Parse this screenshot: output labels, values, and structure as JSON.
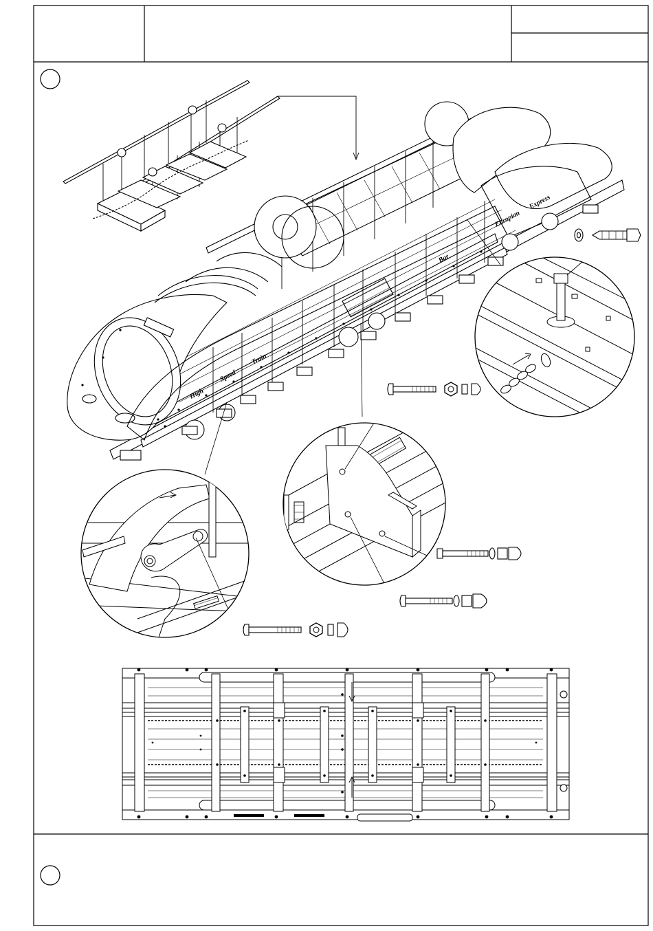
{
  "sheet": {
    "title_block": {
      "cell_left": "",
      "cell_center": "",
      "cell_right_top": "",
      "cell_right_bottom": ""
    },
    "step_markers": [
      {
        "label": ""
      },
      {
        "label": ""
      }
    ],
    "train_car_labels": [
      "High",
      "Speed",
      "Train",
      "Bar",
      "Europian",
      "Express"
    ],
    "hardware": [
      {
        "id": "bolt-washer-top-right"
      },
      {
        "id": "carriage-bolt-nut-middle"
      },
      {
        "id": "bolt-acorn-nut-right-1"
      },
      {
        "id": "bolt-acorn-nut-right-2"
      },
      {
        "id": "carriage-bolt-nut-left"
      }
    ],
    "detail_callouts": [
      {
        "id": "detail-floor-bolt-chain"
      },
      {
        "id": "detail-side-plate"
      },
      {
        "id": "detail-link-arm"
      }
    ]
  }
}
